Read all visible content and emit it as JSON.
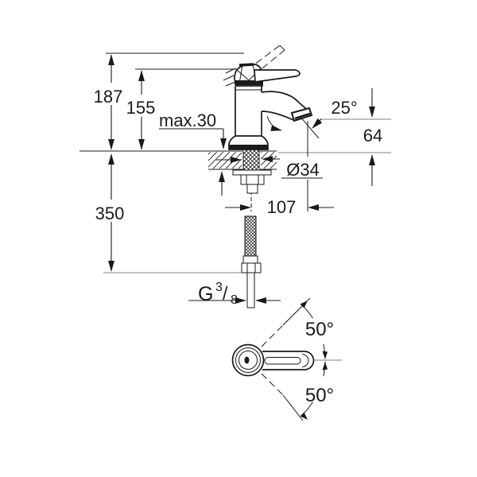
{
  "drawing": {
    "kind": "technical-dimension-drawing",
    "views": {
      "side_view": "single-lever basin mixer on mounting deck with flexible supply hose",
      "top_view": "lever handle swing range"
    },
    "labels": {
      "overall_height": "187",
      "body_height": "155",
      "max_deck_thickness": "max.30",
      "stream_angle": "25°",
      "outlet_height": "64",
      "hole_diameter": "Ø34",
      "hose_length": "350",
      "spout_reach": "107",
      "thread": {
        "prefix": "G",
        "numerator": "3",
        "slash": "/",
        "denominator": "8"
      },
      "handle_swing_upper": "50°",
      "handle_swing_lower": "50°"
    },
    "colors": {
      "line": "#1a1a1a",
      "auxiliary_line": "#9b9b9b",
      "background": "#ffffff"
    }
  }
}
